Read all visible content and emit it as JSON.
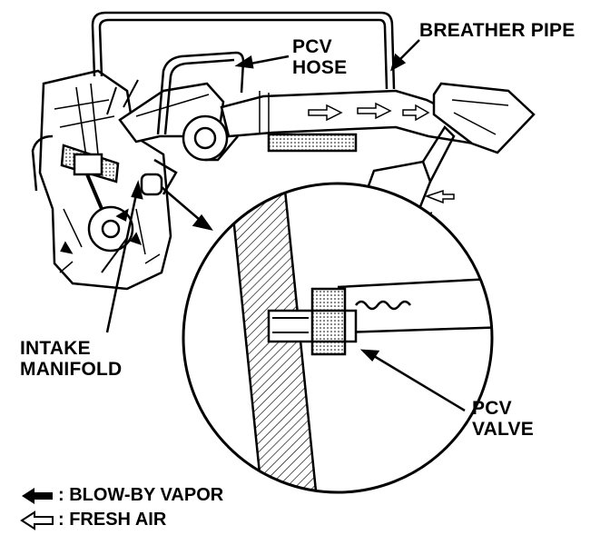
{
  "labels": {
    "breather_pipe": "BREATHER PIPE",
    "pcv_hose_line1": "PCV",
    "pcv_hose_line2": "HOSE",
    "intake_line1": "INTAKE",
    "intake_line2": "MANIFOLD",
    "pcv_valve_line1": "PCV",
    "pcv_valve_line2": "VALVE"
  },
  "legend": [
    {
      "text": ": BLOW-BY VAPOR",
      "icon": "solid-arrow"
    },
    {
      "text": ": FRESH AIR",
      "icon": "hollow-arrow"
    }
  ]
}
